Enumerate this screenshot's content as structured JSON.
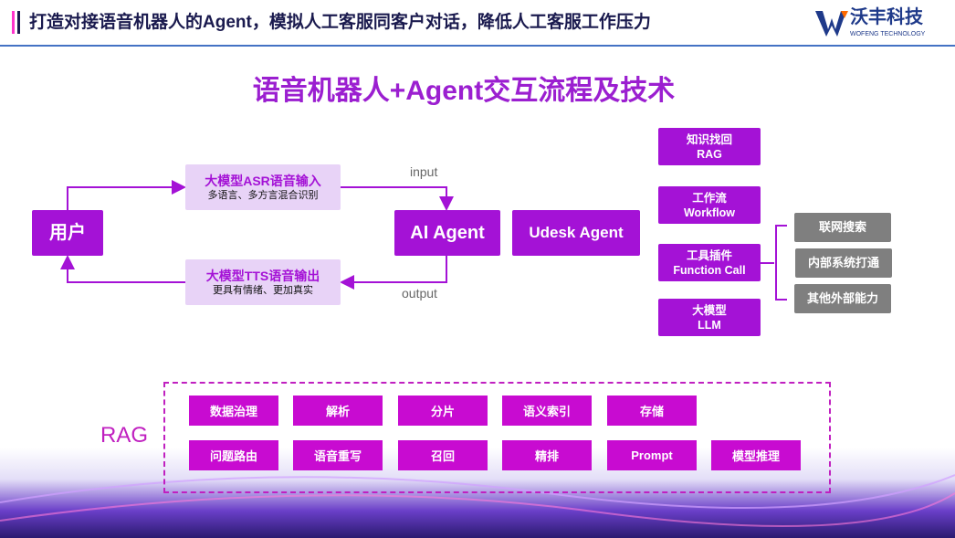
{
  "header": {
    "title": "打造对接语音机器人的Agent，模拟人工客服同客户对话，降低人工客服工作压力",
    "logo_cn": "沃丰科技",
    "logo_en": "WOFENG TECHNOLOGY"
  },
  "main_title": "语音机器人+Agent交互流程及技术",
  "flow": {
    "user": "用户",
    "asr_title": "大模型ASR语音输入",
    "asr_sub": "多语言、多方言混合识别",
    "tts_title": "大模型TTS语音输出",
    "tts_sub": "更具有情绪、更加真实",
    "input": "input",
    "output": "output",
    "ai_agent": "AI Agent",
    "udesk_agent": "Udesk Agent"
  },
  "capabilities": [
    {
      "cn": "知识找回",
      "en": "RAG"
    },
    {
      "cn": "工作流",
      "en": "Workflow"
    },
    {
      "cn": "工具插件",
      "en": "Function Call"
    },
    {
      "cn": "大模型",
      "en": "LLM"
    }
  ],
  "tools": [
    "联网搜索",
    "内部系统打通",
    "其他外部能力"
  ],
  "rag": {
    "label": "RAG",
    "row1": [
      "数据治理",
      "解析",
      "分片",
      "语义索引",
      "存储"
    ],
    "row2": [
      "问题路由",
      "语音重写",
      "召回",
      "精排",
      "Prompt",
      "模型推理"
    ]
  },
  "colors": {
    "purple": "#a412d6",
    "magenta": "#c80bd1",
    "navy": "#1a1a4e",
    "rule": "#4472c4"
  }
}
